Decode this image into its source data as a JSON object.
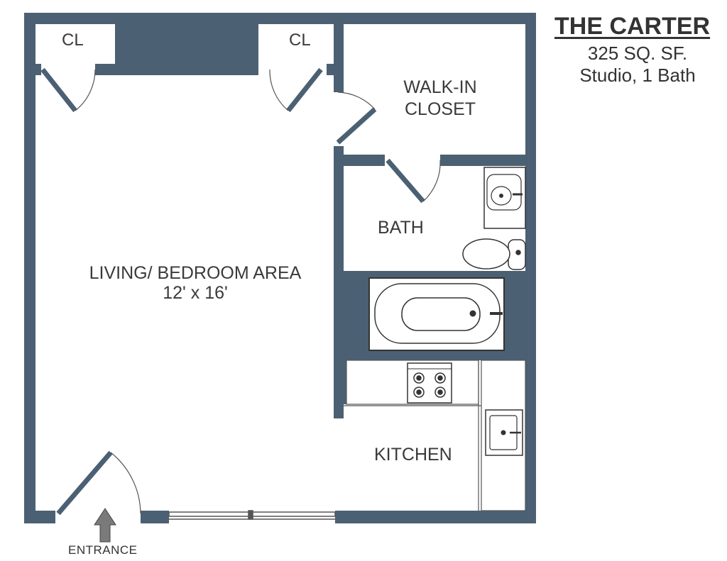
{
  "listing": {
    "name": "THE CARTER",
    "area": "325 SQ. SF.",
    "layout": "Studio, 1 Bath"
  },
  "rooms": {
    "closet_left": "CL",
    "closet_right": "CL",
    "walk_in_line1": "WALK-IN",
    "walk_in_line2": "CLOSET",
    "bath": "BATH",
    "living_line1": "LIVING/ BEDROOM AREA",
    "living_line2": "12' x 16'",
    "kitchen": "KITCHEN"
  },
  "entrance": "ENTRANCE",
  "colors": {
    "wall": "#4b6073",
    "fixture_stroke": "#333333",
    "text": "#3a3a3a"
  }
}
